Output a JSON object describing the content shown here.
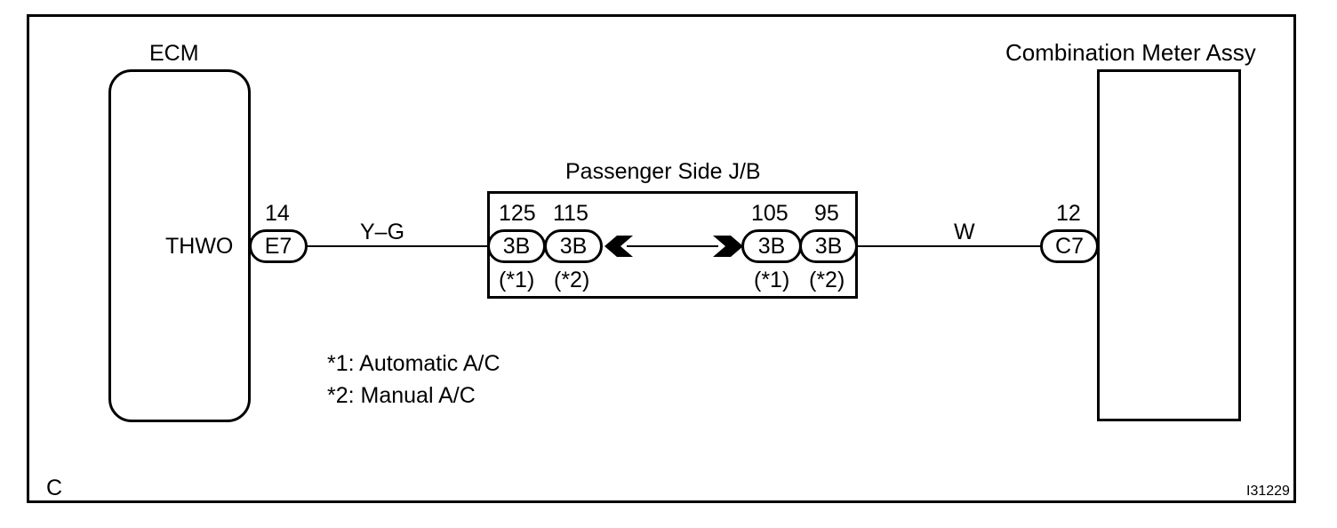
{
  "ecm": {
    "title": "ECM",
    "terminal_name": "THWO",
    "pin_number": "14",
    "connector": "E7"
  },
  "meter": {
    "title": "Combination Meter Assy",
    "pin_number": "12",
    "connector": "C7"
  },
  "junction_block": {
    "title": "Passenger Side J/B",
    "left_connectors": [
      {
        "pin": "125",
        "connector": "3B",
        "note": "(*1)"
      },
      {
        "pin": "115",
        "connector": "3B",
        "note": "(*2)"
      }
    ],
    "right_connectors": [
      {
        "pin": "105",
        "connector": "3B",
        "note": "(*1)"
      },
      {
        "pin": "95",
        "connector": "3B",
        "note": "(*2)"
      }
    ]
  },
  "wires": {
    "ecm_to_jb": "Y–G",
    "jb_to_meter": "W"
  },
  "footnotes": {
    "note1": "*1: Automatic A/C",
    "note2": "*2: Manual A/C"
  },
  "corner": {
    "section_letter": "C",
    "figure_id": "I31229"
  }
}
